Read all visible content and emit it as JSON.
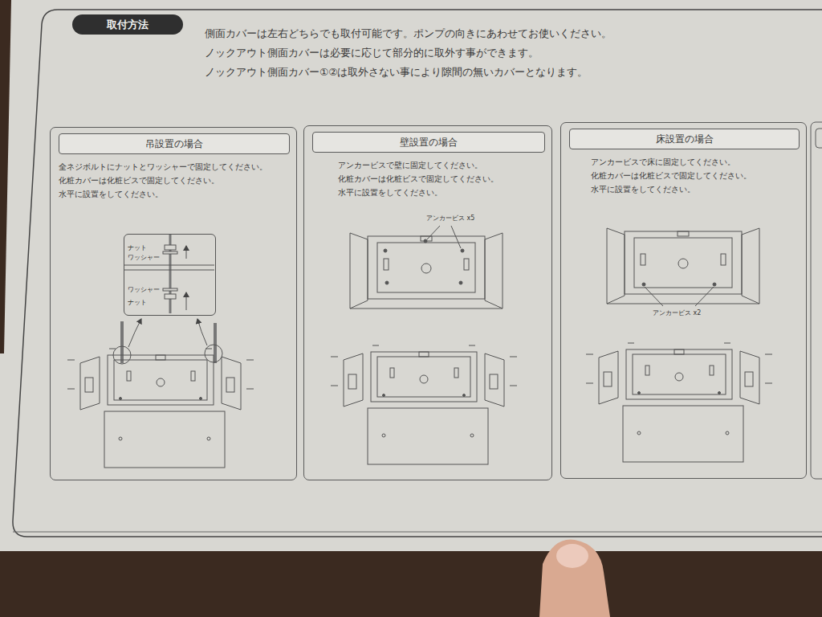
{
  "diagram": {
    "nodes": [
      {
        "text": [
          "取付方法"
        ]
      },
      {
        "text": [
          "全ネジボルトにナットとワッシャーで固定してください。",
          "化粧カバーは化粧ビスで固定してください。",
          "水平に設置をしてください。"
        ]
      },
      {
        "text": [
          "吊設置の場合"
        ],
        "in": 1
      },
      {
        "text": [
          "ナット",
          "ワッシャー",
          "ワッシャー",
          "ナット"
        ],
        "in": 1
      },
      {
        "text": [
          "アンカービスで壁に固定してください。",
          "化粧カバーは化粧ビスで固定してください。",
          "水平に設置をしてください。"
        ]
      },
      {
        "text": [
          "壁設置の場合"
        ],
        "in": 4
      },
      {
        "text": [
          "アンカービスで床に固定してください。",
          "化粧カバーは化粧ビスで固定してください。",
          "水平に設置をしてください。"
        ]
      },
      {
        "text": [
          "床設置の場合"
        ],
        "in": 6
      }
    ],
    "labels": [
      "側面カバーは左右どちらでも取付可能です。ポンプの向きにあわせてお使いください。",
      "ノックアウト側面カバーは必要に応じて部分的に取外す事ができます。",
      "ノックアウト側面カバー①②は取外さない事により隙間の無いカバーとなります。",
      "アンカービス x5",
      "アンカービス x2"
    ]
  }
}
